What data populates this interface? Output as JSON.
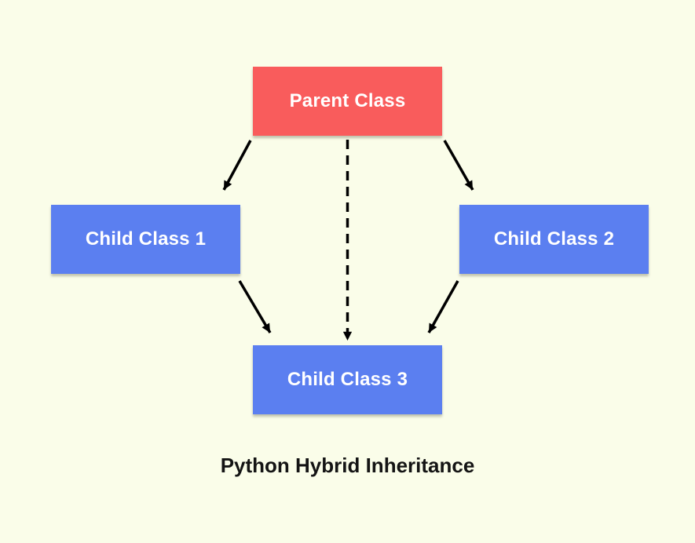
{
  "diagram": {
    "caption": "Python Hybrid Inheritance",
    "nodes": {
      "parent": {
        "label": "Parent Class",
        "role": "parent"
      },
      "child1": {
        "label": "Child Class 1",
        "role": "child"
      },
      "child2": {
        "label": "Child Class 2",
        "role": "child"
      },
      "child3": {
        "label": "Child Class 3",
        "role": "child"
      }
    },
    "edges": [
      {
        "from": "parent",
        "to": "child1",
        "style": "solid"
      },
      {
        "from": "parent",
        "to": "child2",
        "style": "solid"
      },
      {
        "from": "parent",
        "to": "child3",
        "style": "dashed"
      },
      {
        "from": "child1",
        "to": "child3",
        "style": "solid"
      },
      {
        "from": "child2",
        "to": "child3",
        "style": "solid"
      }
    ],
    "colors": {
      "background": "#FAFDE9",
      "parent_box": "#F95C5C",
      "child_box": "#5B7FF0",
      "box_text": "#FFFFFF",
      "caption_text": "#141414",
      "arrow": "#000000"
    }
  }
}
